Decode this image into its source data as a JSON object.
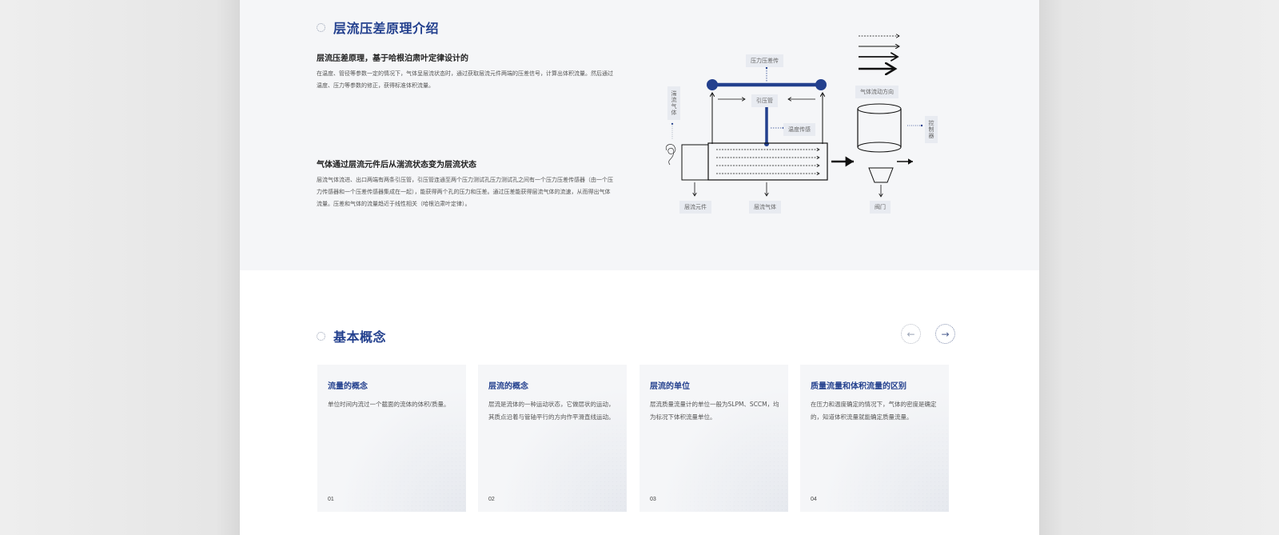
{
  "intro": {
    "title": "层流压差原理介绍",
    "block1": {
      "heading": "层流压差原理，基于哈根泊肃叶定律设计的",
      "text": "在温度、管径等参数一定的情况下，气体呈层流状态时，通过获取层流元件两端的压差信号，计算出体积流量。然后通过温度、压力等参数的修正，获得标准体积流量。"
    },
    "block2": {
      "heading": "气体通过层流元件后从湍流状态变为层流状态",
      "text": "层流气体流进、出口两端有两条引压管，引压管连通至两个压力测试孔压力测试孔之间有一个压力压差传感器（由一个压力传感器和一个压差传感器集成在一起），能获得两个孔的压力和压差。通过压差能获得层流气体的流速，从而得出气体流量。压差和气体的流量趋近于线性相关（哈根泊肃叶定律）。"
    },
    "diagram": {
      "labels": {
        "pressure_sensor": "压力压差传",
        "impulse_tube": "引压管",
        "turbulent_gas": "湍流气体",
        "temperature_sensor": "温度传感",
        "laminar_element": "层流元件",
        "laminar_gas": "层流气体",
        "flow_direction": "气体流动方向",
        "controller": "控制器",
        "valve": "阀门"
      },
      "colors": {
        "accent": "#23408e",
        "line": "#111111"
      }
    }
  },
  "concepts": {
    "title": "基本概念",
    "prev_icon": "arrow-left-icon",
    "next_icon": "arrow-right-icon",
    "prev_glyph": "←",
    "next_glyph": "→",
    "cards": [
      {
        "title": "流量的概念",
        "desc": "单位时间内流过一个截面的流体的体积/质量。",
        "num": "01"
      },
      {
        "title": "层流的概念",
        "desc": "层流是流体的一种运动状态，它做层状的运动，其质点沿着与管轴平行的方向作平滑直线运动。",
        "num": "02"
      },
      {
        "title": "层流的单位",
        "desc": "层流质量流量计的单位一般为SLPM、SCCM，均为标况下体积流量单位。",
        "num": "03"
      },
      {
        "title": "质量流量和体积流量的区别",
        "desc": "在压力和温度确定的情况下，气体的密度是确定的，知道体积流量就能确定质量流量。",
        "num": "04"
      }
    ]
  },
  "colors": {
    "brand_blue": "#23408e",
    "section_bg": "#f5f6f8",
    "outer_bg": "#e9e9e9"
  }
}
